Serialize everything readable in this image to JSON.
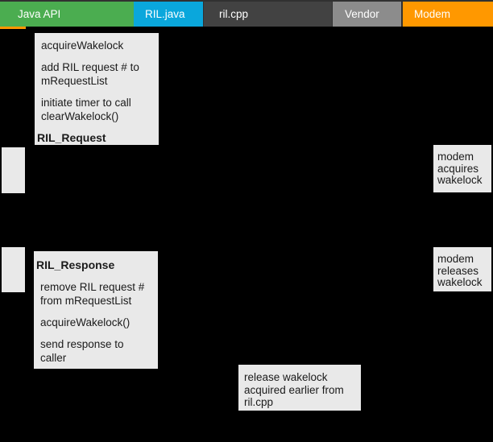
{
  "header": {
    "tabs": [
      {
        "label": "Java API"
      },
      {
        "label": "RIL.java"
      },
      {
        "label": "ril.cpp"
      },
      {
        "label": "Vendor"
      },
      {
        "label": "Modem"
      }
    ]
  },
  "notes": {
    "ril_request": {
      "paras": [
        "acquireWakelock",
        "add RIL request # to mRequestList",
        "initiate timer to call clearWakelock()"
      ],
      "label": "RIL_Request"
    },
    "modem_acquires": {
      "text": "modem acquires wakelock"
    },
    "ril_response": {
      "label": "RIL_Response",
      "paras": [
        "remove RIL request # from mRequestList",
        "acquireWakelock()",
        "send response to caller"
      ]
    },
    "modem_releases": {
      "text": "modem releases wakelock"
    },
    "release_wakelock": {
      "text": "release wakelock acquired earlier from ril.cpp"
    }
  },
  "colors": {
    "background": "#000000",
    "header_bar": "#313131",
    "tab_java_api": "#4BAD50",
    "tab_ril_java": "#0AA7DC",
    "tab_ril_cpp": "#424242",
    "tab_vendor": "#8C8C8C",
    "tab_modem": "#FF9800",
    "note_background": "#E9E9E9",
    "note_text": "#1B1B1B",
    "tab_text": "#FFFFFF"
  }
}
